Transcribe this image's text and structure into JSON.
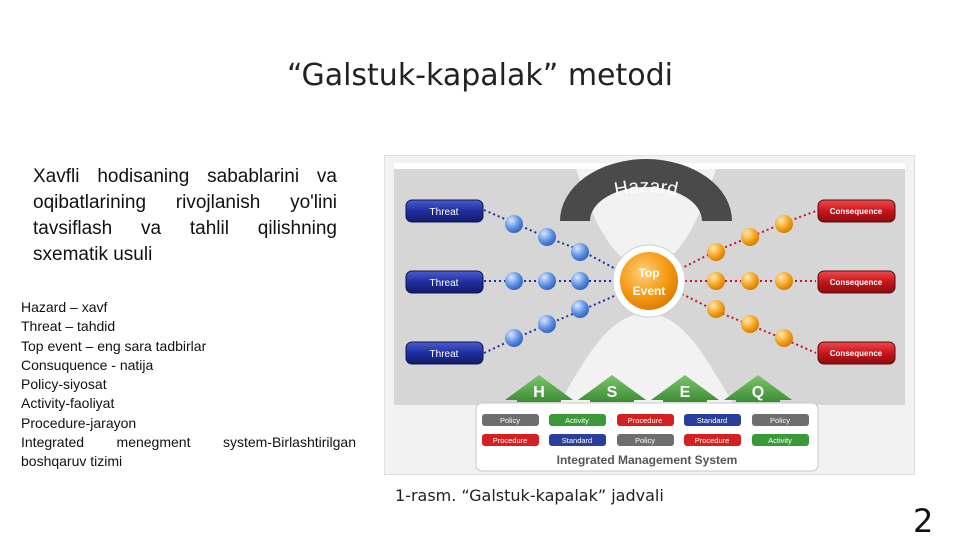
{
  "title": "“Galstuk-kapalak” metodi",
  "intro": "Xavfli hodisaning sabablarini va oqibatlarining rivojlanish yo'lini tavsiflash va tahlil qilishning sxematik usuli",
  "glossary": [
    "Hazard – xavf",
    "Threat – tahdid",
    "Top event – eng sara tadbirlar",
    "Consuquence - natija",
    "Policy-siyosat",
    "Activity-faoliyat",
    "Procedure-jarayon",
    "Integrated menegment system-Birlashtirilgan",
    "boshqaruv tizimi"
  ],
  "diagram": {
    "hazard_label": "Hazard",
    "top_event_line1": "Top",
    "top_event_line2": "Event",
    "threats": [
      "Threat",
      "Threat",
      "Threat"
    ],
    "consequences": [
      "Consequence",
      "Consequence",
      "Consequence"
    ],
    "hseq": [
      "H",
      "S",
      "E",
      "Q"
    ],
    "ims_row1": [
      "Policy",
      "Activity",
      "Procedure",
      "Standard",
      "Policy"
    ],
    "ims_row2": [
      "Procedure",
      "Standard",
      "Policy",
      "Procedure",
      "Activity"
    ],
    "ims_label": "Integrated Management System",
    "colors": {
      "threat": "#1f2f9e",
      "consequence": "#c8151b",
      "top_event": "#f59a14",
      "left_dot": "#5b8fe0",
      "right_dot": "#f4a21c",
      "hazard_arc": "#4a4a4a",
      "arrow": "#55a84a",
      "ims_grey": "#6e6e6e",
      "ims_green": "#3a9a3a",
      "ims_red": "#d42020",
      "ims_blue": "#2a3f9a"
    }
  },
  "caption": "1-rasm. “Galstuk-kapalak” jadvali",
  "page_number": "2"
}
